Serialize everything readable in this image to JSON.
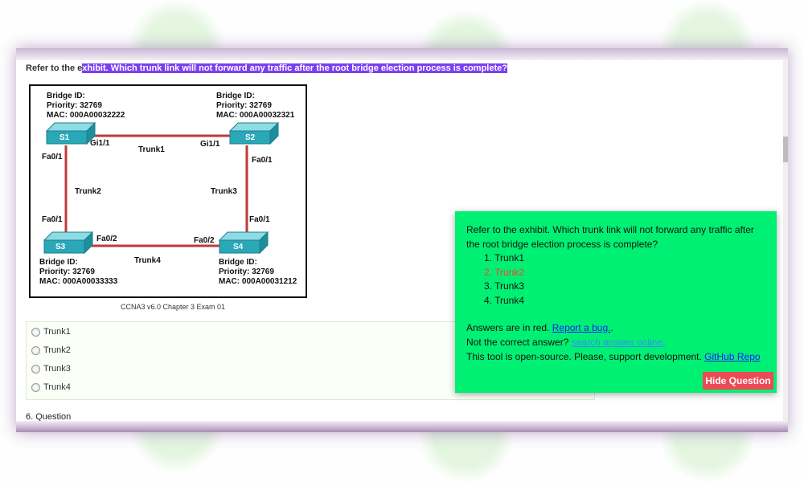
{
  "question": {
    "prefix": "Refer to the e",
    "highlighted": "xhibit. Which trunk link will not forward any traffic after the root bridge election process is complete?"
  },
  "exhibit": {
    "s1": {
      "name": "S1",
      "bridge_id": "Bridge ID:",
      "priority": "Priority: 32769",
      "mac": "MAC: 000A00032222"
    },
    "s2": {
      "name": "S2",
      "bridge_id": "Bridge ID:",
      "priority": "Priority: 32769",
      "mac": "MAC: 000A00032321"
    },
    "s3": {
      "name": "S3",
      "bridge_id": "Bridge ID:",
      "priority": "Priority: 32769",
      "mac": "MAC: 000A00033333"
    },
    "s4": {
      "name": "S4",
      "bridge_id": "Bridge ID:",
      "priority": "Priority: 32769",
      "mac": "MAC: 000A00031212"
    },
    "ports": {
      "s1_gi": "Gi1/1",
      "s2_gi": "Gi1/1",
      "s1_fa": "Fa0/1",
      "s3_fa1": "Fa0/1",
      "s2_fa": "Fa0/1",
      "s4_fa1": "Fa0/1",
      "s3_fa2": "Fa0/2",
      "s4_fa2": "Fa0/2"
    },
    "trunks": {
      "t1": "Trunk1",
      "t2": "Trunk2",
      "t3": "Trunk3",
      "t4": "Trunk4"
    },
    "caption": "CCNA3 v6.0 Chapter 3 Exam 01",
    "link_color": "#c0393b",
    "switch_color": "#2aa8b8"
  },
  "options": [
    "Trunk1",
    "Trunk2",
    "Trunk3",
    "Trunk4"
  ],
  "next_question": "6. Question",
  "popup": {
    "question": "Refer to the exhibit. Which trunk link will not forward any traffic after the root bridge election process is complete?",
    "answers": [
      {
        "label": "1. Trunk1",
        "correct": false
      },
      {
        "label": "2. Trunk2",
        "correct": true
      },
      {
        "label": "3. Trunk3",
        "correct": false
      },
      {
        "label": "4. Trunk4",
        "correct": false
      }
    ],
    "answers_note": "Answers are in red.",
    "report_link": "Report a bug.",
    "report_suffix": ".",
    "not_correct": "Not the correct answer?",
    "search_link": "search answer online.",
    "open_source": "This tool is open-source. Please, support development.",
    "github_link": "GitHub Repo",
    "hide_button": "Hide Question",
    "bg_color": "#00f074",
    "correct_color": "#ff3b3b"
  }
}
